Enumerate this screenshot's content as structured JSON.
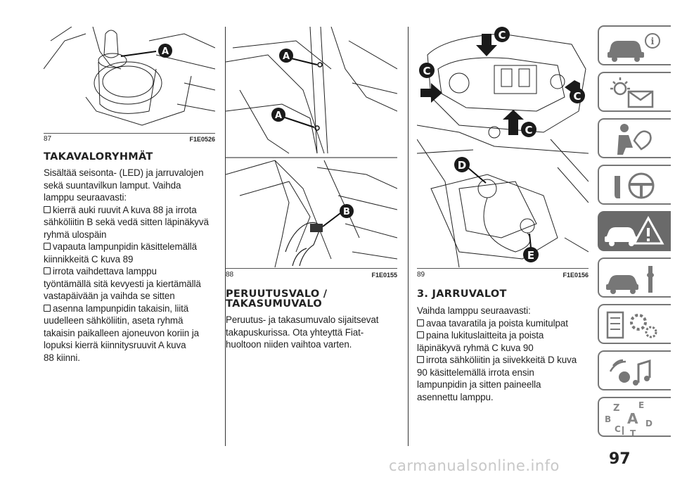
{
  "figures": [
    {
      "number": "87",
      "code": "F1E0526",
      "labels": [
        "A"
      ]
    },
    {
      "number": "88",
      "code": "F1E0155",
      "labels": [
        "A",
        "A",
        "B"
      ]
    },
    {
      "number": "89",
      "code": "F1E0156",
      "labels": [
        "C",
        "C",
        "C",
        "C",
        "D",
        "E"
      ]
    }
  ],
  "section1": {
    "title": "TAKAVALORYHMÄT",
    "intro": [
      "Sisältää seisonta- (LED) ja jarruvalojen",
      "sekä suuntavilkun lamput. Vaihda",
      "lamppu seuraavasti:"
    ],
    "items": [
      [
        "kierrä auki ruuvit A kuva 88 ja irrota",
        "sähköliitin B sekä vedä sitten läpinäkyvä",
        "ryhmä ulospäin"
      ],
      [
        "vapauta lampunpidin käsittelemällä",
        "kiinnikkeitä C kuva 89"
      ],
      [
        "irrota vaihdettava lamppu",
        "työntämällä sitä kevyesti ja kiertämällä",
        "vastapäivään ja vaihda se sitten"
      ],
      [
        "asenna lampunpidin takaisin, liitä",
        "uudelleen sähköliitin, aseta ryhmä",
        "takaisin paikalleen ajoneuvon koriin ja",
        "lopuksi kierrä kiinnitysruuvit A kuva",
        "88 kiinni."
      ]
    ]
  },
  "section2": {
    "title_line1": "PERUUTUSVALO /",
    "title_line2": "TAKASUMUVALO",
    "body": [
      "Peruutus- ja takasumuvalo sijaitsevat",
      "takapuskurissa. Ota yhteyttä Fiat-",
      "huoltoon niiden vaihtoa varten."
    ]
  },
  "section3": {
    "title": "3. JARRUVALOT",
    "intro": "Vaihda lamppu seuraavasti:",
    "items": [
      [
        "avaa tavaratila ja poista kumitulpat"
      ],
      [
        "paina lukituslaitteita ja poista",
        "läpinäkyvä ryhmä C kuva 90"
      ],
      [
        "irrota sähköliitin ja siivekkeitä D kuva",
        "90 käsittelemällä irrota ensin",
        "lampunpidin ja sitten paineella",
        "asennettu lamppu."
      ]
    ]
  },
  "page_number": "97",
  "watermark": "carmanualsonline.info",
  "sidebar": {
    "tabs": [
      "car-info-icon",
      "warning-lights-icon",
      "safety-icon",
      "driving-icon",
      "emergency-icon",
      "maintenance-icon",
      "technical-data-icon",
      "multimedia-icon",
      "index-icon"
    ],
    "active_tab": 4,
    "index_letters": [
      "Z",
      "E",
      "B",
      "A",
      "C",
      "D",
      "T"
    ]
  },
  "colors": {
    "accent": "#6a6a6a",
    "label_circle": "#1a1a1a",
    "arrow": "#1a1a1a"
  }
}
